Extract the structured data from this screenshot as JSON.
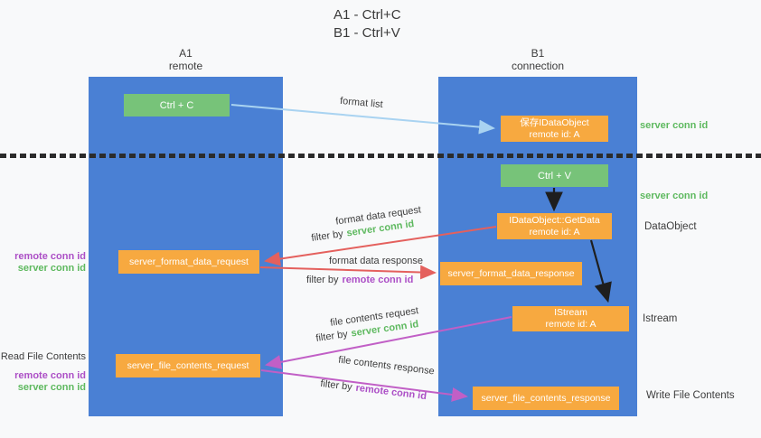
{
  "title": {
    "line1": "A1 - Ctrl+C",
    "line2": "B1 - Ctrl+V"
  },
  "lifelines": {
    "a1": {
      "name": "A1",
      "role": "remote"
    },
    "b1": {
      "name": "B1",
      "role": "connection"
    }
  },
  "nodes": {
    "ctrl_c": {
      "label": "Ctrl + C"
    },
    "save_idataobject": {
      "line1": "保存IDataObject",
      "line2": "remote id: A"
    },
    "ctrl_v": {
      "label": "Ctrl + V"
    },
    "getdata": {
      "line1": "IDataObject::GetData",
      "line2": "remote id: A"
    },
    "format_request": {
      "label": "server_format_data_request"
    },
    "format_response": {
      "label": "server_format_data_response"
    },
    "istream": {
      "line1": "IStream",
      "line2": "remote id: A"
    },
    "file_request": {
      "label": "server_file_contents_request"
    },
    "file_response": {
      "label": "server_file_contents_response"
    }
  },
  "flow_labels": {
    "format_list": "format list",
    "format_data_request": "format data request",
    "format_data_response": "format data response",
    "file_contents_request": "file contents request",
    "file_contents_response": "file contents response",
    "filter_by": "filter by",
    "server_conn_id": "server conn id",
    "remote_conn_id": "remote conn id"
  },
  "side_labels": {
    "server_conn_id_top": "server conn id",
    "server_conn_id_mid": "server conn id",
    "dataobject": "DataObject",
    "istream": "Istream",
    "write_file_contents": "Write File Contents",
    "read_file_contents": "Read File Contents",
    "remote_conn_id_top": "remote conn id",
    "server_conn_id_left_top": "server conn id",
    "remote_conn_id_bottom": "remote conn id",
    "server_conn_id_left_bottom": "server conn id"
  },
  "colors": {
    "lifeline_blue": "#4a80d4",
    "node_green": "#77c379",
    "node_orange": "#f7a940",
    "arrow_red": "#e4605d",
    "arrow_magenta": "#c15fc6",
    "arrow_light_blue": "#a9d3f1",
    "arrow_black": "#1e1e1e",
    "text_green": "#5eb95f",
    "text_purple": "#ac4fc6"
  }
}
